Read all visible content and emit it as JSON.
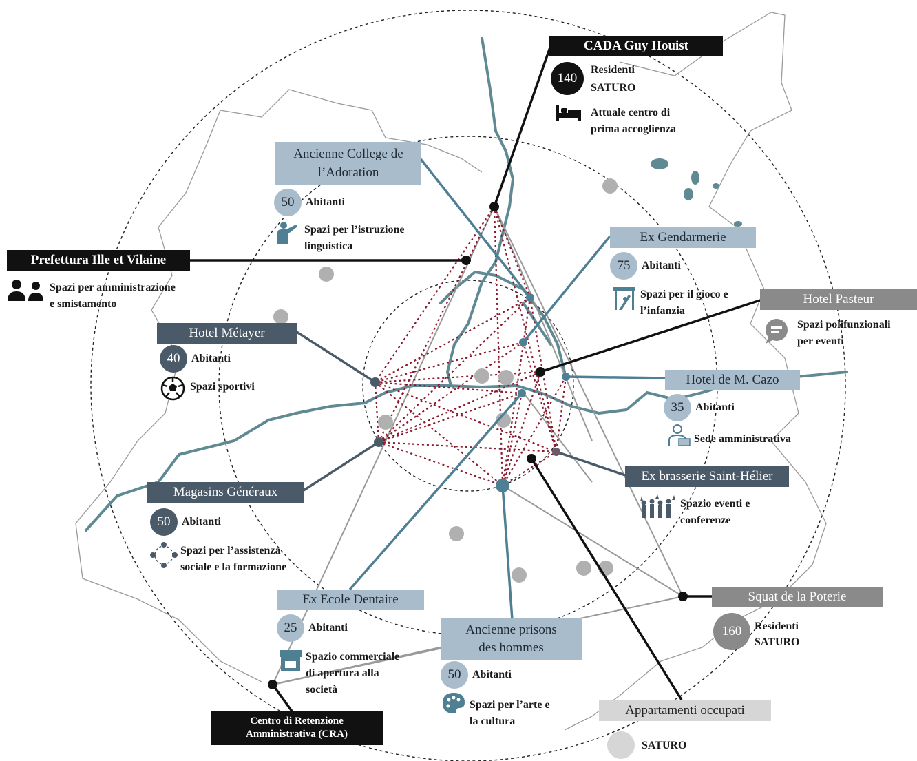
{
  "colors": {
    "river": "#5f8a93",
    "road": "#7a7a7a",
    "network": "#8b1a2e",
    "black": "#111111",
    "slate": "#4a5a68",
    "light": "#a9bccb",
    "grey": "#8a8a8a",
    "pale": "#d6d6d6"
  },
  "sites": {
    "cada": {
      "name": "CADA Guy Houist",
      "count": "140",
      "line1": "Residenti",
      "line2": "SATURO",
      "desc1": "Attuale centro di",
      "desc2": "prima accoglienza",
      "icon": "bed-icon"
    },
    "college": {
      "name1": "Ancienne College de",
      "name2": "l’Adoration",
      "count": "50",
      "unit": "Abitanti",
      "desc1": "Spazi per l’istruzione",
      "desc2": "linguistica",
      "icon": "teacher-icon"
    },
    "prefettura": {
      "name": "Prefettura Ille et Vilaine",
      "desc1": "Spazi per amministrazione",
      "desc2": "e smistamento",
      "icon": "people-icon"
    },
    "gendarmerie": {
      "name": "Ex Gendarmerie",
      "count": "75",
      "unit": "Abitanti",
      "desc1": "Spazi per il gioco e",
      "desc2": "l’infanzia",
      "icon": "playground-icon"
    },
    "pasteur": {
      "name": "Hotel Pasteur",
      "desc1": "Spazi polifunzionali",
      "desc2": "per eventi",
      "icon": "speech-bubble-icon"
    },
    "metayer": {
      "name": "Hotel Métayer",
      "count": "40",
      "unit": "Abitanti",
      "desc1": "Spazi sportivi",
      "icon": "soccer-ball-icon"
    },
    "cazo": {
      "name": "Hotel de M. Cazo",
      "count": "35",
      "unit": "Abitanti",
      "desc1": "Sede amministrativa",
      "icon": "office-worker-icon"
    },
    "brasserie": {
      "name": "Ex brasserie Saint-Hélier",
      "desc1": "Spazio eventi e",
      "desc2": "conferenze",
      "icon": "crowd-icon"
    },
    "magasins": {
      "name": "Magasins Généraux",
      "count": "50",
      "unit": "Abitanti",
      "desc1": "Spazi per l’assistenza",
      "desc2": "sociale e la formazione",
      "icon": "network-people-icon"
    },
    "poterie": {
      "name": "Squat de la Poterie",
      "count": "160",
      "line1": "Residenti",
      "line2": "SATURO"
    },
    "dentaire": {
      "name": "Ex Ecole Dentaire",
      "count": "25",
      "unit": "Abitanti",
      "desc1": "Spazio commerciale",
      "desc2": "di apertura alla",
      "desc3": "società",
      "icon": "shop-icon"
    },
    "prisons": {
      "name1": "Ancienne prisons",
      "name2": "des hommes",
      "count": "50",
      "unit": "Abitanti",
      "desc1": "Spazi per l’arte e",
      "desc2": "la cultura",
      "icon": "palette-icon"
    },
    "appartamenti": {
      "name": "Appartamenti occupati",
      "status": "SATURO"
    },
    "cra": {
      "name1": "Centro di Retenzione",
      "name2": "Amministrativa (CRA)"
    }
  }
}
